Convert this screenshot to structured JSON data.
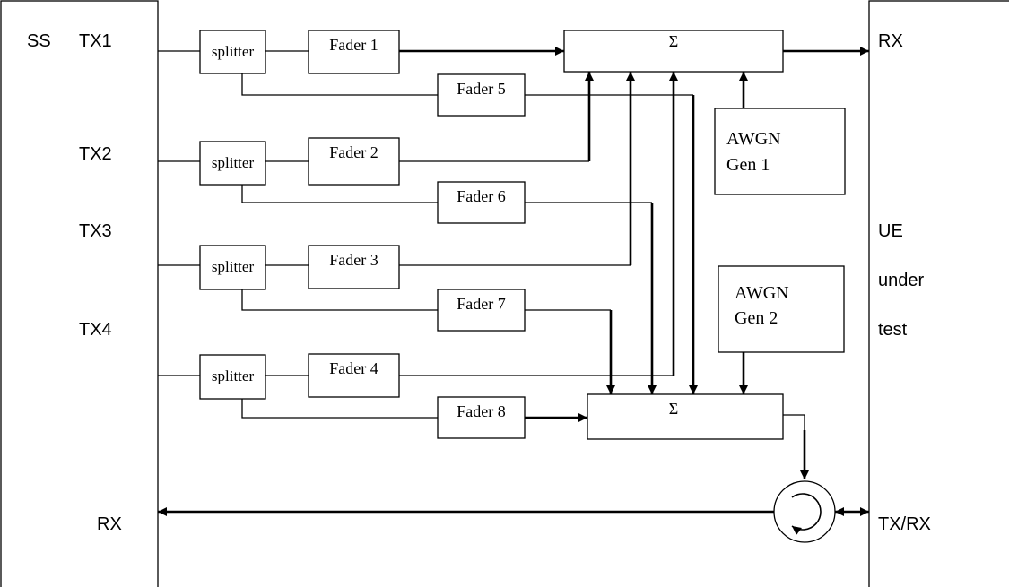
{
  "ss_panel": {
    "title": "SS",
    "ports": [
      "TX1",
      "TX2",
      "TX3",
      "TX4"
    ],
    "rx_label": "RX"
  },
  "ue_panel": {
    "rx_label": "RX",
    "title_lines": [
      "UE",
      "under",
      "test"
    ],
    "txrx_label": "TX/RX"
  },
  "splitter_label": "splitter",
  "faders": [
    "Fader 1",
    "Fader 2",
    "Fader 3",
    "Fader 4",
    "Fader 5",
    "Fader 6",
    "Fader 7",
    "Fader 8"
  ],
  "summer_symbol": "Σ",
  "awgn": [
    {
      "line1": "AWGN",
      "line2": "Gen 1"
    },
    {
      "line1": "AWGN",
      "line2": "Gen 2"
    }
  ]
}
